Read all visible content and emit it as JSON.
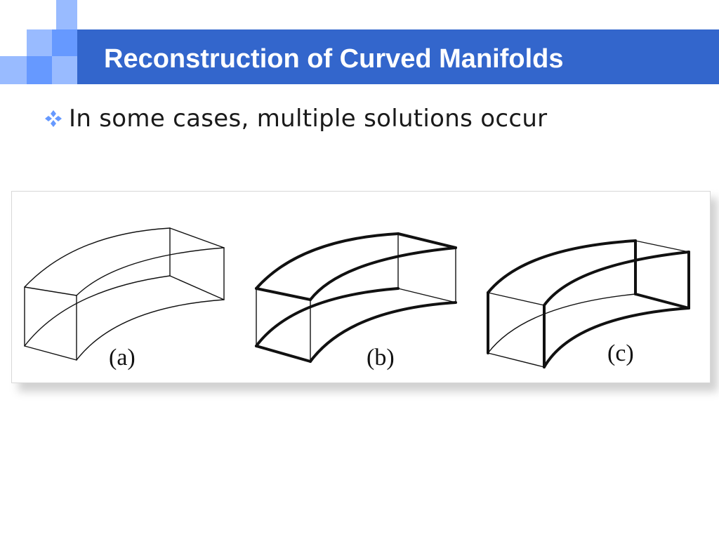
{
  "slide": {
    "title": "Reconstruction of Curved Manifolds",
    "bullet": {
      "icon": "diamond-bullet-icon",
      "text": "In some cases, multiple solutions occur"
    }
  },
  "figure": {
    "panels": [
      {
        "label": "(a)",
        "line_style": "all thin"
      },
      {
        "label": "(b)",
        "line_style": "partly bold"
      },
      {
        "label": "(c)",
        "line_style": "partly bold"
      }
    ]
  },
  "colors": {
    "title_bar": "#3366cc",
    "accent_light": "#99bbff",
    "accent_mid": "#6699ff",
    "title_text": "#ffffff",
    "bullet_icon": "#6699ff"
  }
}
